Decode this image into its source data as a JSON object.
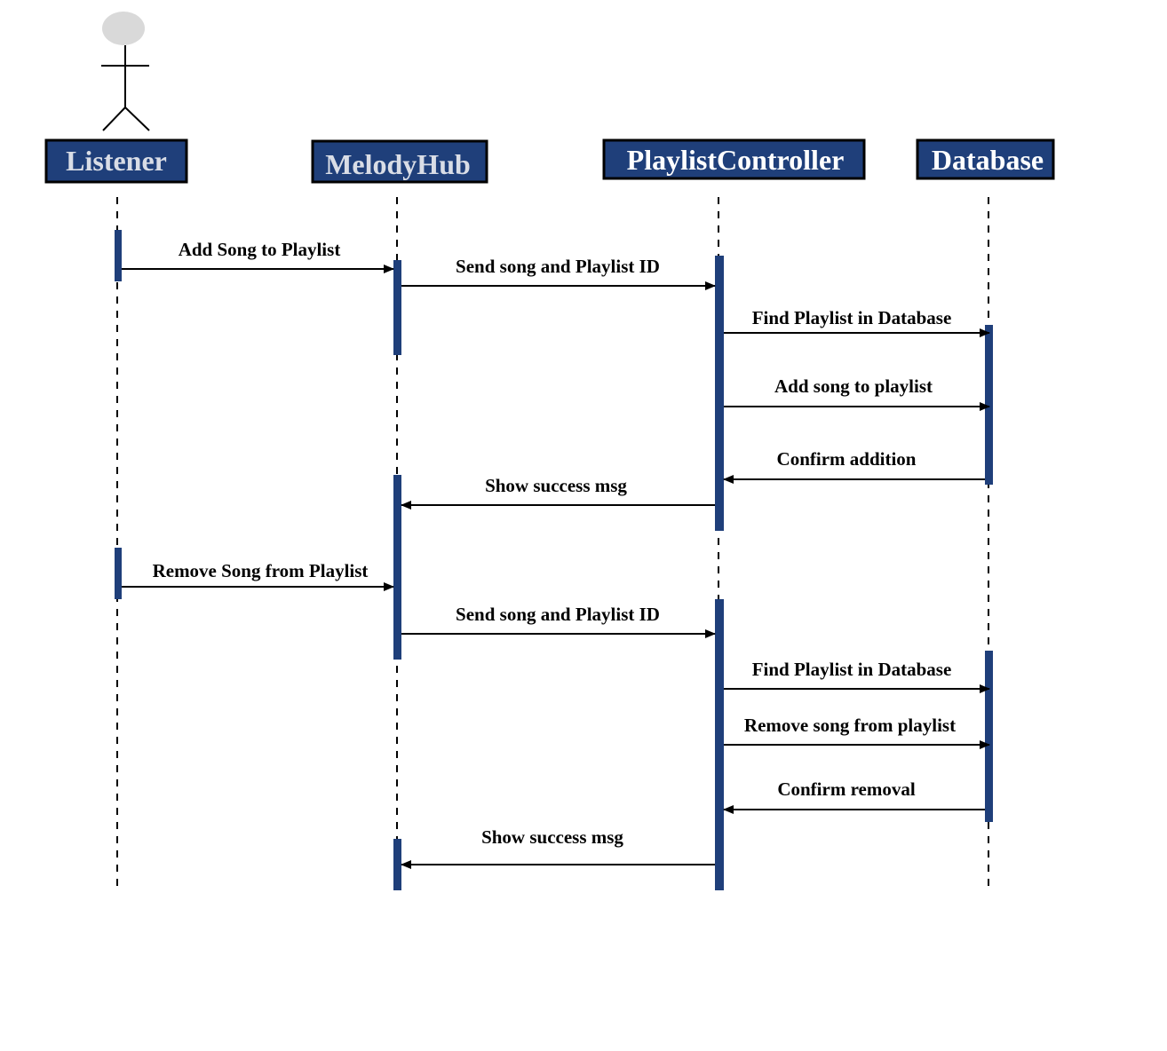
{
  "diagram": {
    "type": "sequence",
    "colors": {
      "participant_fill": "#1f3f7a",
      "participant_border": "#000000",
      "activation_fill": "#1f3f7a",
      "actor_head": "#d9d9d9",
      "line": "#000000",
      "text_light": "#d9dde6",
      "text_white": "#ffffff"
    },
    "actor": {
      "name": "Listener",
      "icon": "stick-figure-icon"
    },
    "participants": [
      {
        "id": "listener",
        "label": "Listener"
      },
      {
        "id": "melodyhub",
        "label": "MelodyHub"
      },
      {
        "id": "playlistcontroller",
        "label": "PlaylistController"
      },
      {
        "id": "database",
        "label": "Database"
      }
    ],
    "messages": [
      {
        "from": "listener",
        "to": "melodyhub",
        "label": "Add Song to Playlist"
      },
      {
        "from": "melodyhub",
        "to": "playlistcontroller",
        "label": "Send song and Playlist ID"
      },
      {
        "from": "playlistcontroller",
        "to": "database",
        "label": "Find Playlist in Database"
      },
      {
        "from": "playlistcontroller",
        "to": "database",
        "label": "Add song to playlist"
      },
      {
        "from": "database",
        "to": "playlistcontroller",
        "label": "Confirm addition"
      },
      {
        "from": "playlistcontroller",
        "to": "melodyhub",
        "label": "Show success msg"
      },
      {
        "from": "listener",
        "to": "melodyhub",
        "label": "Remove Song from Playlist"
      },
      {
        "from": "melodyhub",
        "to": "playlistcontroller",
        "label": "Send song and Playlist ID"
      },
      {
        "from": "playlistcontroller",
        "to": "database",
        "label": "Find Playlist in Database"
      },
      {
        "from": "playlistcontroller",
        "to": "database",
        "label": "Remove song from playlist"
      },
      {
        "from": "database",
        "to": "playlistcontroller",
        "label": "Confirm removal"
      },
      {
        "from": "playlistcontroller",
        "to": "melodyhub",
        "label": "Show success msg"
      }
    ]
  }
}
